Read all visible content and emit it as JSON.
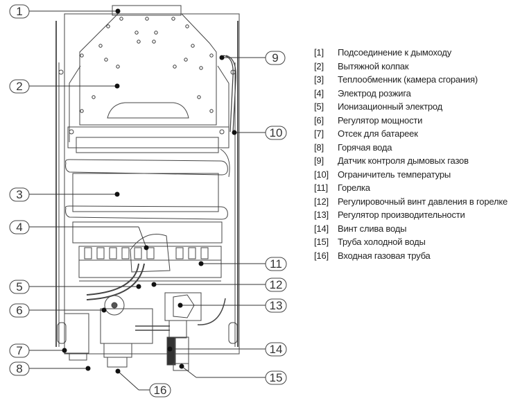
{
  "diagram": {
    "title": "Устройство газовой колонки",
    "callouts": [
      {
        "num": "1"
      },
      {
        "num": "2"
      },
      {
        "num": "3"
      },
      {
        "num": "4"
      },
      {
        "num": "5"
      },
      {
        "num": "6"
      },
      {
        "num": "7"
      },
      {
        "num": "8"
      },
      {
        "num": "9"
      },
      {
        "num": "10"
      },
      {
        "num": "11"
      },
      {
        "num": "12"
      },
      {
        "num": "13"
      },
      {
        "num": "14"
      },
      {
        "num": "15"
      },
      {
        "num": "16"
      }
    ]
  },
  "legend": {
    "items": [
      {
        "key": "[1]",
        "label": "Подсоединение к дымоходу"
      },
      {
        "key": "[2]",
        "label": "Вытяжной колпак"
      },
      {
        "key": "[3]",
        "label": "Теплообменник (камера сгорания)"
      },
      {
        "key": "[4]",
        "label": "Электрод розжига"
      },
      {
        "key": "[5]",
        "label": "Ионизационный электрод"
      },
      {
        "key": "[6]",
        "label": "Регулятор мощности"
      },
      {
        "key": "[7]",
        "label": "Отсек для батареек"
      },
      {
        "key": "[8]",
        "label": "Горячая вода"
      },
      {
        "key": "[9]",
        "label": "Датчик контроля дымовых газов"
      },
      {
        "key": "[10]",
        "label": "Ограничитель температуры"
      },
      {
        "key": "[11]",
        "label": "Горелка"
      },
      {
        "key": "[12]",
        "label": "Регулировочный винт давления в горелке"
      },
      {
        "key": "[13]",
        "label": "Регулятор производительности"
      },
      {
        "key": "[14]",
        "label": "Винт слива воды"
      },
      {
        "key": "[15]",
        "label": "Труба холодной воды"
      },
      {
        "key": "[16]",
        "label": "Входная газовая труба"
      }
    ]
  },
  "colors": {
    "line": "#333333",
    "dot": "#111111",
    "background": "#ffffff"
  }
}
